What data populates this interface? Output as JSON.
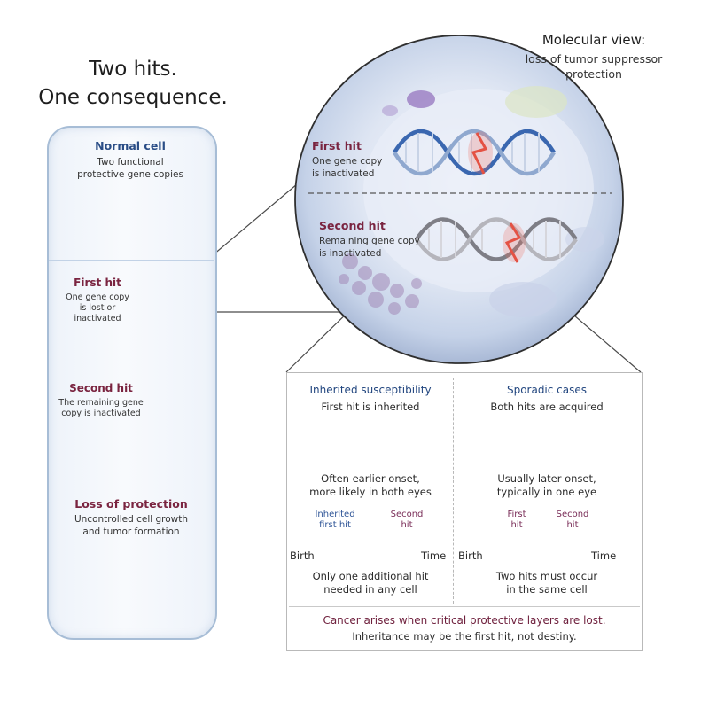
{
  "title": {
    "line1": "Two hits.",
    "line2": "One consequence."
  },
  "molecular": {
    "title": "Molecular view:",
    "subtitle_line1": "loss of tumor suppressor",
    "subtitle_line2": "protection",
    "first_hit": {
      "title": "First hit",
      "line1": "One gene copy",
      "line2": "is inactivated"
    },
    "second_hit": {
      "title": "Second hit",
      "line1": "Remaining gene copy",
      "line2": "is inactivated"
    }
  },
  "tube": {
    "normal": {
      "title": "Normal cell",
      "line1": "Two functional",
      "line2": "protective gene copies"
    },
    "first_hit": {
      "title": "First hit",
      "line1": "One gene copy",
      "line2": "is lost or inactivated"
    },
    "second_hit": {
      "title": "Second hit",
      "line1": "The remaining gene",
      "line2": "copy is inactivated"
    },
    "loss": {
      "title": "Loss of protection",
      "line1": "Uncontrolled cell growth",
      "line2": "and tumor formation"
    }
  },
  "inherited": {
    "title": "Inherited susceptibility",
    "subtitle": "First hit is inherited",
    "onset_line1": "Often earlier onset,",
    "onset_line2": "more likely in both eyes",
    "timeline": {
      "start": "Birth",
      "end": "Time",
      "mark1_line1": "Inherited",
      "mark1_line2": "first hit",
      "mark2_line1": "Second",
      "mark2_line2": "hit"
    },
    "note_line1": "Only one additional hit",
    "note_line2": "needed in any cell"
  },
  "sporadic": {
    "title": "Sporadic cases",
    "subtitle": "Both hits are acquired",
    "onset_line1": "Usually later onset,",
    "onset_line2": "typically in one eye",
    "timeline": {
      "start": "Birth",
      "end": "Time",
      "mark1_line1": "First",
      "mark1_line2": "hit",
      "mark2_line1": "Second",
      "mark2_line2": "hit"
    },
    "note_line1": "Two hits must occur",
    "note_line2": "in the same cell"
  },
  "conclusion": {
    "line1": "Cancer arises when critical protective layers are lost.",
    "line2": "Inheritance may be the first hit, not destiny."
  },
  "colors": {
    "blue_title": "#2a4d86",
    "red_title": "#7a2440",
    "gene_blue": "#3f73c4",
    "mark_red": "#d8473b",
    "timeline_blue": "#2f5597",
    "timeline_purple": "#7a2e58"
  }
}
